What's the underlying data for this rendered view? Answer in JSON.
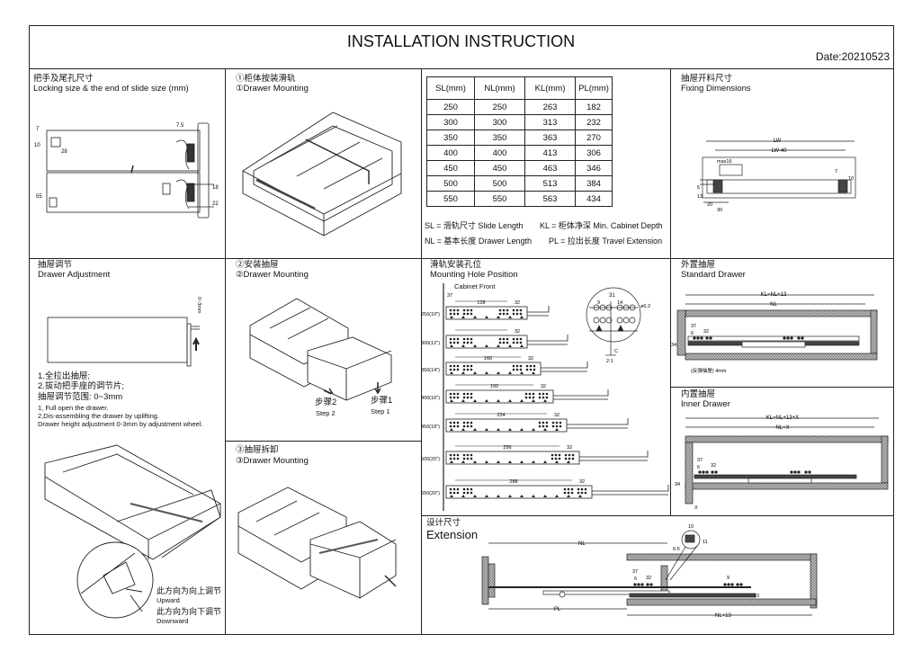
{
  "header": {
    "title": "INSTALLATION INSTRUCTION",
    "date": "Date:20210523"
  },
  "panels": {
    "locking": {
      "title_cn": "把手及尾孔尺寸",
      "title_en": "Locking size & the end of slide size (mm)",
      "dims": [
        "7.5",
        "7",
        "10",
        "28",
        "18",
        "22",
        "55"
      ]
    },
    "mount1": {
      "title_cn": "①柜体按装滑轨",
      "title_en": "①Drawer Mounting"
    },
    "fixing": {
      "title_cn": "抽屉开料尺寸",
      "title_en": "Fixing Dimensions",
      "dims": {
        "lw": "LW",
        "lw40": "LW-40",
        "max16": "max16",
        "d20": "20",
        "d30": "30",
        "d7": "7",
        "d10": "10",
        "d5": "5",
        "d13": "13"
      }
    },
    "adjust": {
      "title_cn": "抽屉调节",
      "title_en": "Drawer Adjustment",
      "range": "0~3mm",
      "steps_cn": [
        "1.全拉出抽屉;",
        "2.拔动把手座的调节片;",
        "抽屉调节范围:  0~3mm"
      ],
      "steps_en": [
        "1, Full open the drawer.",
        "2,Dis-assembling the drawer by uplifting.",
        "Drawer height adjustment 0-3mm by adjustment wheel."
      ],
      "upward_cn": "此方向为向上调节",
      "upward_en": "Upward",
      "downward_cn": "此方向为向下调节",
      "downward_en": "Downward"
    },
    "mount2": {
      "title_cn": "②安装抽屉",
      "title_en": "②Drawer Mounting",
      "step2_cn": "步骤2",
      "step2_en": "Step 2",
      "step1_cn": "步骤1",
      "step1_en": "Step 1"
    },
    "mount3": {
      "title_cn": "③抽屉拆卸",
      "title_en": "③Drawer Mounting"
    },
    "holes": {
      "title_cn": "滑轨安装孔位",
      "title_en": "Mounting Hole Position",
      "cabinet_front": "Cabinet Front",
      "rows": [
        {
          "label": "250(10\")",
          "dim": "128"
        },
        {
          "label": "300(12\")",
          "dim": ""
        },
        {
          "label": "350(14\")",
          "dim": "160"
        },
        {
          "label": "400(16\")",
          "dim": "192"
        },
        {
          "label": "450(18\")",
          "dim": "224"
        },
        {
          "label": "500(20\")",
          "dim": "256"
        },
        {
          "label": "550(20\")",
          "dim": "288"
        }
      ],
      "pitch": "32",
      "d37": "37",
      "d31": "31",
      "d9": "9",
      "d14": "14",
      "phi": "ø6.2",
      "c": "C",
      "scale": "2:1"
    },
    "standard": {
      "title_cn": "外置抽屉",
      "title_en": "Standard Drawer",
      "kl": "KL=NL+13",
      "nl": "NL",
      "d37": "37",
      "d6": "6",
      "d32": "32",
      "d34": "34",
      "gap": "(反弹抽屉) 4mm"
    },
    "inner": {
      "title_cn": "内置抽屉",
      "title_en": "Inner Drawer",
      "kl": "KL=NL+13+X",
      "nl": "NL+X",
      "d37": "37",
      "d6": "6",
      "d32": "32",
      "d34": "34",
      "x": "X"
    },
    "extension": {
      "title_cn": "设计尺寸",
      "title_en": "Extension",
      "nl": "NL",
      "pl": "PL",
      "nl13": "NL+13",
      "d37": "37",
      "d6": "6",
      "d32": "32",
      "d9": "9",
      "d10": "10",
      "d11": "11",
      "d6b": "6.5",
      "d13": "13"
    }
  },
  "table": {
    "headers": [
      "SL(mm)",
      "NL(mm)",
      "KL(mm)",
      "PL(mm)"
    ],
    "rows": [
      [
        "250",
        "250",
        "263",
        "182"
      ],
      [
        "300",
        "300",
        "313",
        "232"
      ],
      [
        "350",
        "350",
        "363",
        "270"
      ],
      [
        "400",
        "400",
        "413",
        "306"
      ],
      [
        "450",
        "450",
        "463",
        "346"
      ],
      [
        "500",
        "500",
        "513",
        "384"
      ],
      [
        "550",
        "550",
        "563",
        "434"
      ]
    ],
    "legend": [
      "SL = 滑轨尺寸 Slide Length",
      "KL = 柜体净深 Min. Cabinet Depth",
      "NL = 基本长度 Drawer Length",
      "PL = 拉出长度 Travel Extension"
    ]
  }
}
